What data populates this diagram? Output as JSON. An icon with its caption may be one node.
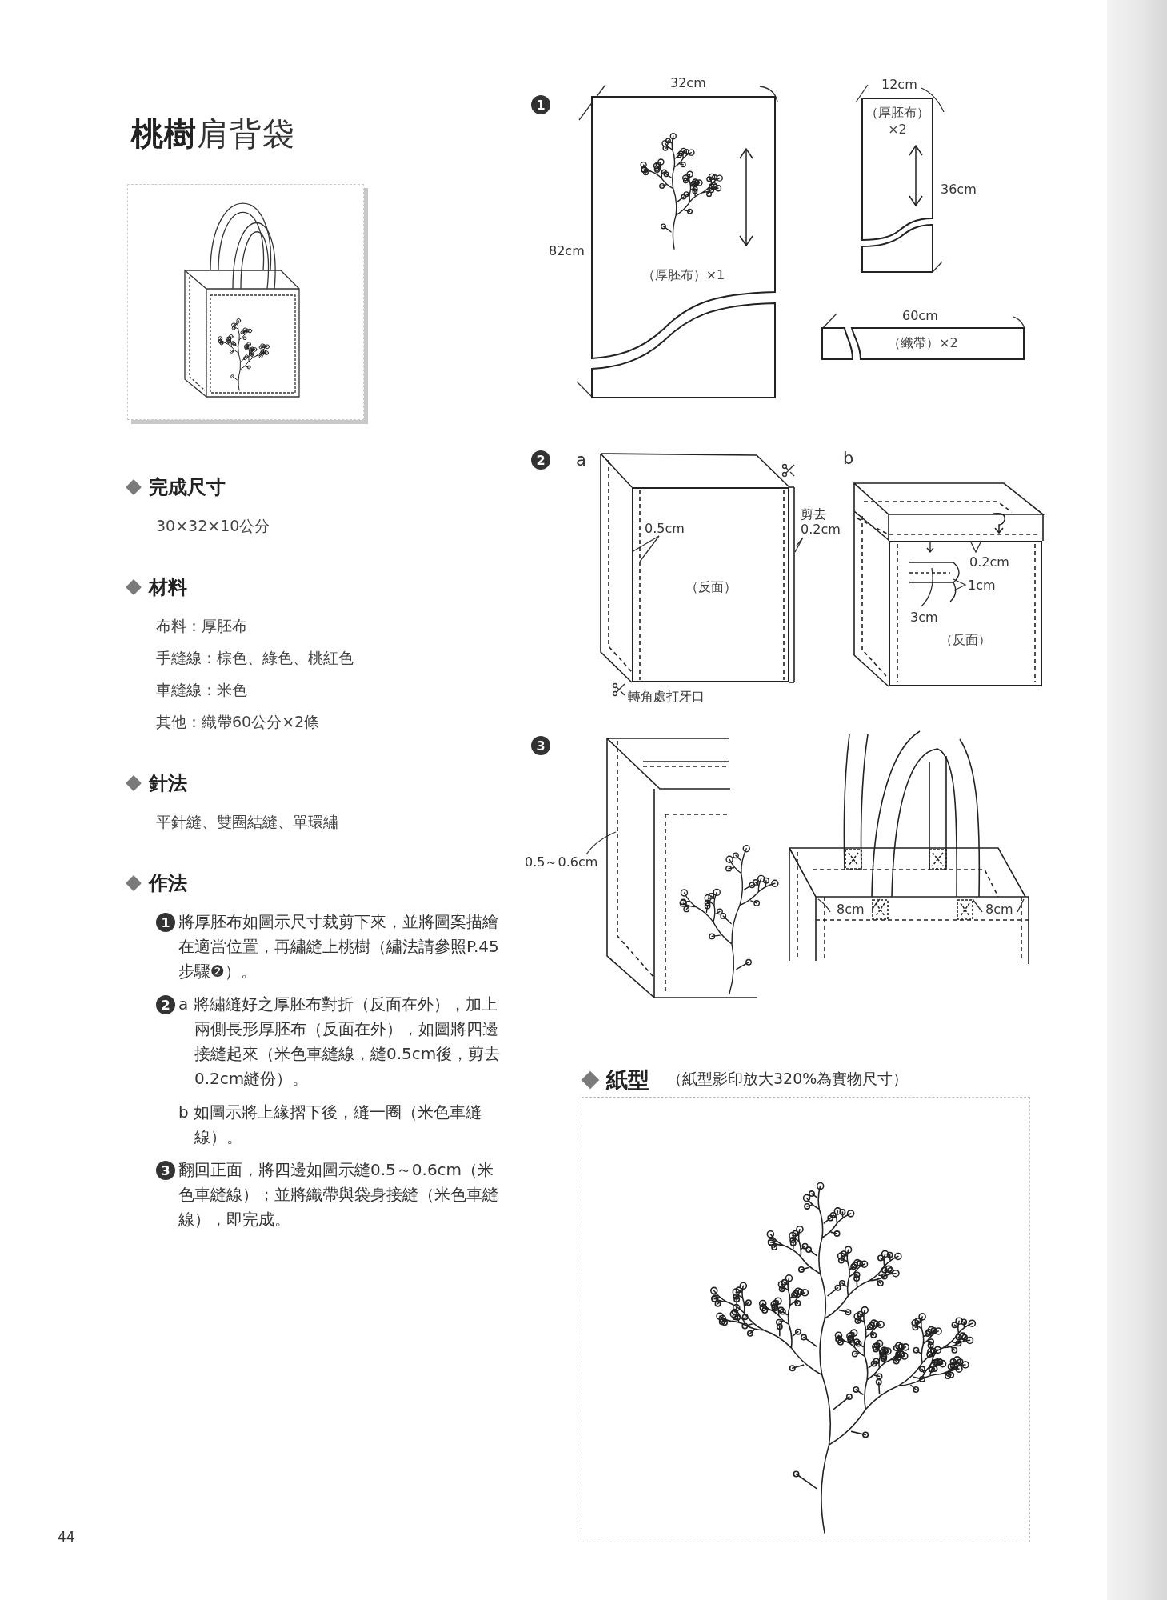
{
  "diagram": {
    "title": "**桃樹**肩背袋",
    "nodes": [
      {
        "text": [
          "（厚胚布）×1"
        ],
        "beside": [
          "32cm",
          "82cm"
        ]
      },
      {
        "text": [
          "（厚胚布）×2"
        ],
        "beside": [
          "12cm",
          "36cm"
        ]
      },
      {
        "text": [
          "（織帶）×2"
        ],
        "beside": [
          "60cm"
        ]
      },
      {
        "text": [
          "（反面）"
        ]
      },
      {
        "text": [
          "（反面）"
        ]
      }
    ],
    "labels": [
      "完成尺寸",
      "30×32×10公分",
      "材料",
      "布料：厚胚布",
      "手縫線：棕色、綠色、桃紅色",
      "車縫線：米色",
      "其他：織帶60公分×2條",
      "針法",
      "平針縫、雙圈結縫、單環繡",
      "作法",
      "1",
      "將厚胚布如圖示尺寸裁剪下來，並將圖案描繪在適當位置，再繡縫上桃樹（繡法請參照P.45步驟❷）。",
      "2",
      "a 將繡縫好之厚胚布對折（反面在外），加上兩側長形厚胚布（反面在外），如圖將四邊接縫起來（米色車縫線，縫0.5cm後，剪去0.2cm縫份）。",
      "b 如圖示將上緣摺下後，縫一圈（米色車縫線）。",
      "3",
      "翻回正面，將四邊如圖示縫0.5～0.6cm（米色車縫線）；並將織帶與袋身接縫（米色車縫線），即完成。",
      "1",
      "2",
      "a",
      "b",
      "0.5cm",
      "剪去 0.2cm",
      "轉角處打牙口",
      "0.2cm",
      "1cm",
      "3cm",
      "3",
      "0.5～0.6cm",
      "8cm",
      "8cm",
      "紙型",
      "（紙型影印放大320%為實物尺寸）",
      "44"
    ]
  }
}
